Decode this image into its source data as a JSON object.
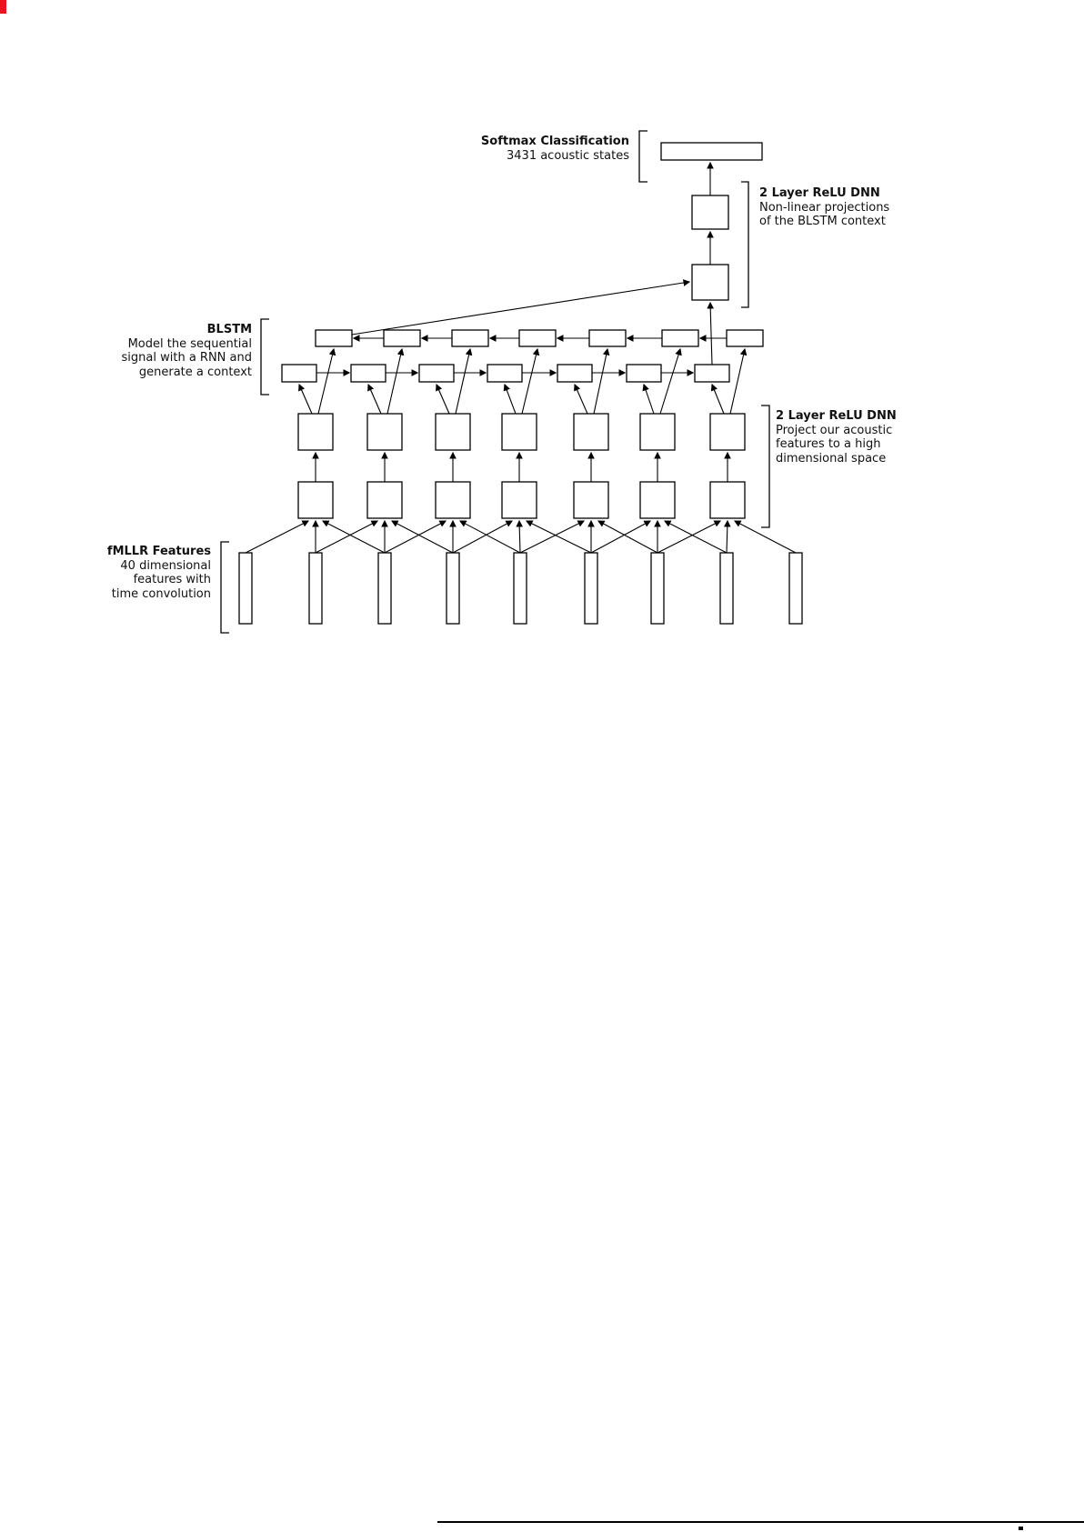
{
  "figure": {
    "background": "#ffffff",
    "stroke_color": "#000000",
    "text_color": "#111111",
    "corner_artifact_color": "#e8141e"
  },
  "labels": {
    "softmax": {
      "title": "Softmax Classification",
      "lines": [
        "3431 acoustic states"
      ]
    },
    "dnn_context": {
      "title": "2 Layer ReLU DNN",
      "lines": [
        "Non-linear projections",
        "of the BLSTM context"
      ]
    },
    "blstm": {
      "title": "BLSTM",
      "lines": [
        "Model the sequential",
        "signal with a RNN and",
        "generate a context"
      ]
    },
    "dnn_projection": {
      "title": "2 Layer ReLU DNN",
      "lines": [
        "Project our acoustic",
        "features to a high",
        "dimensional space"
      ]
    },
    "fmllr": {
      "title": "fMLLR Features",
      "lines": [
        "40 dimensional",
        "features with",
        "time convolution"
      ]
    }
  },
  "diagram": {
    "type": "neural-network-architecture",
    "blstm_timesteps": 7,
    "feature_frames": 9,
    "acoustic_states": "3431",
    "feature_dimension": "40"
  }
}
